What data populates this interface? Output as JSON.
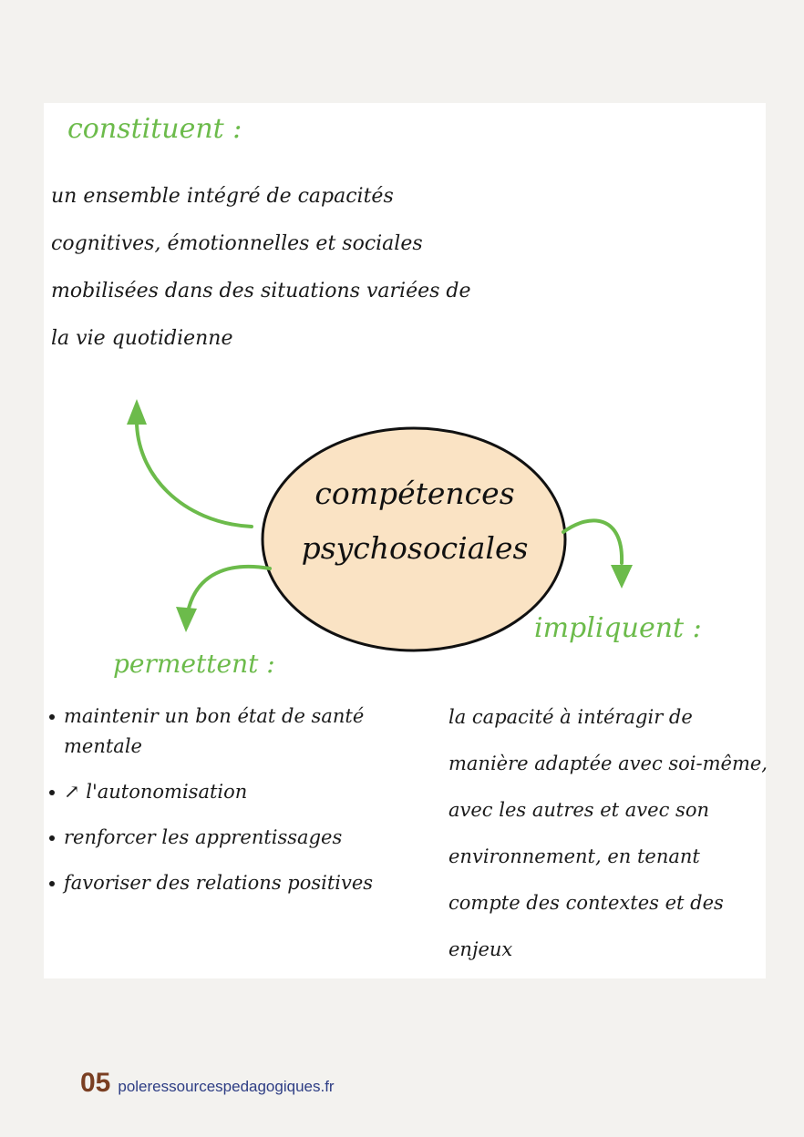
{
  "center": {
    "line1": "compétences",
    "line2": "psychosociales"
  },
  "constituent": {
    "heading": "constituent :",
    "text": "un ensemble intégré de capacités cognitives, émotionnelles et sociales mobilisées dans des situations variées de la vie quotidienne"
  },
  "permettent": {
    "heading": "permettent :",
    "items": [
      "maintenir un bon état de santé mentale",
      "↗ l'autonomisation",
      "renforcer les apprentissages",
      "favoriser des relations positives"
    ]
  },
  "impliquent": {
    "heading": "impliquent :",
    "text": "la capacité à intéragir de manière adaptée avec soi-même, avec les autres et avec son environnement, en tenant compte des contextes et des enjeux"
  },
  "footer": {
    "page_number": "05",
    "url": "poleressourcespedagogiques.fr"
  },
  "colors": {
    "accent": "#6cbb4b",
    "ellipse_fill": "#fae3c4",
    "page_number": "#7a3f22",
    "url": "#2d3d84"
  }
}
